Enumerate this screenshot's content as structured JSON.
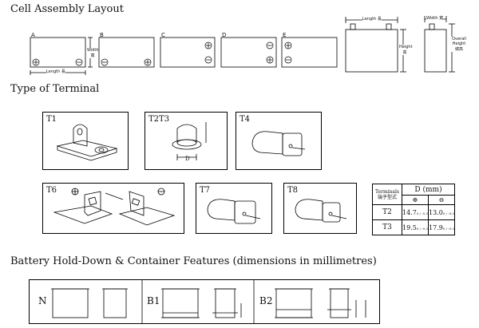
{
  "sections": {
    "cell_layout": "Cell  Assembly  Layout",
    "terminal_type": "Type of Terminal",
    "holddown": "Battery Hold-Down & Container Features (dimensions in millimetres)"
  },
  "layouts": [
    "A",
    "B",
    "C",
    "D",
    "E"
  ],
  "dim_labels": {
    "length": "Length 長",
    "width": "Width 寬",
    "width_v": "Width\n寬",
    "height": "Height\n高",
    "overall_height": "Overall\nHeight\n總高"
  },
  "terminals": {
    "t1": "T1",
    "t2t3": "T2T3",
    "t4": "T4",
    "t6": "T6",
    "t7": "T7",
    "t8": "T8",
    "d_label": "D"
  },
  "terminal_table": {
    "head_col1": "Terminals\n端子型式",
    "head_d": "D (mm)",
    "plus": "⊕",
    "minus": "⊖",
    "rows": [
      {
        "name": "T2",
        "pos": "14.7",
        "pos_tol": "0 / -0.3",
        "neg": "13.0",
        "neg_tol": "0 / -0.3"
      },
      {
        "name": "T3",
        "pos": "19.5",
        "pos_tol": "0 / -0.3",
        "neg": "17.9",
        "neg_tol": "0 / -0.3"
      }
    ]
  },
  "holddown": {
    "labels": [
      "N",
      "B1",
      "B2"
    ]
  }
}
